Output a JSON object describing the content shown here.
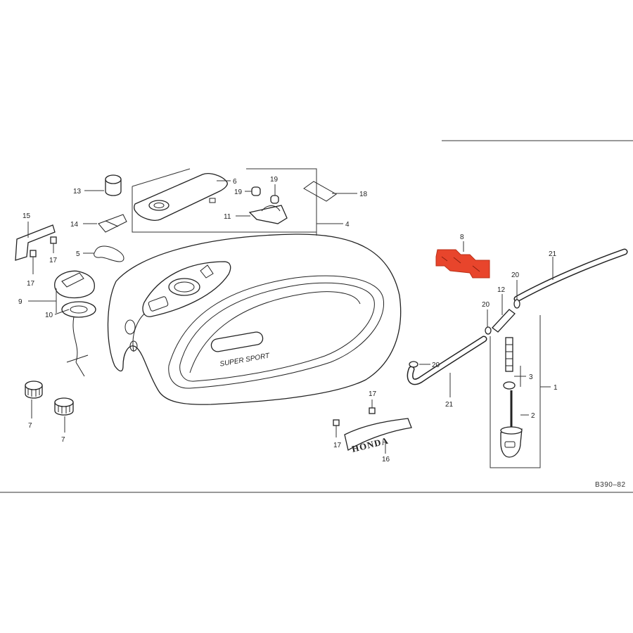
{
  "diagram": {
    "reference_code": "B390–82",
    "highlight_color": "#e8452c",
    "emblems": {
      "tank_badge": "SUPER SPORT",
      "side_emblem": "HONDA"
    },
    "callouts": {
      "c1": "1",
      "c2": "2",
      "c3": "3",
      "c4": "4",
      "c5": "5",
      "c6": "6",
      "c7a": "7",
      "c7b": "7",
      "c8": "8",
      "c9": "9",
      "c10": "10",
      "c11": "11",
      "c12": "12",
      "c13": "13",
      "c14": "14",
      "c15": "15",
      "c16": "16",
      "c17a": "17",
      "c17b": "17",
      "c17c": "17",
      "c17d": "17",
      "c18": "18",
      "c19a": "19",
      "c19b": "19",
      "c20a": "20",
      "c20b": "20",
      "c20c": "20",
      "c21a": "21",
      "c21b": "21"
    }
  }
}
